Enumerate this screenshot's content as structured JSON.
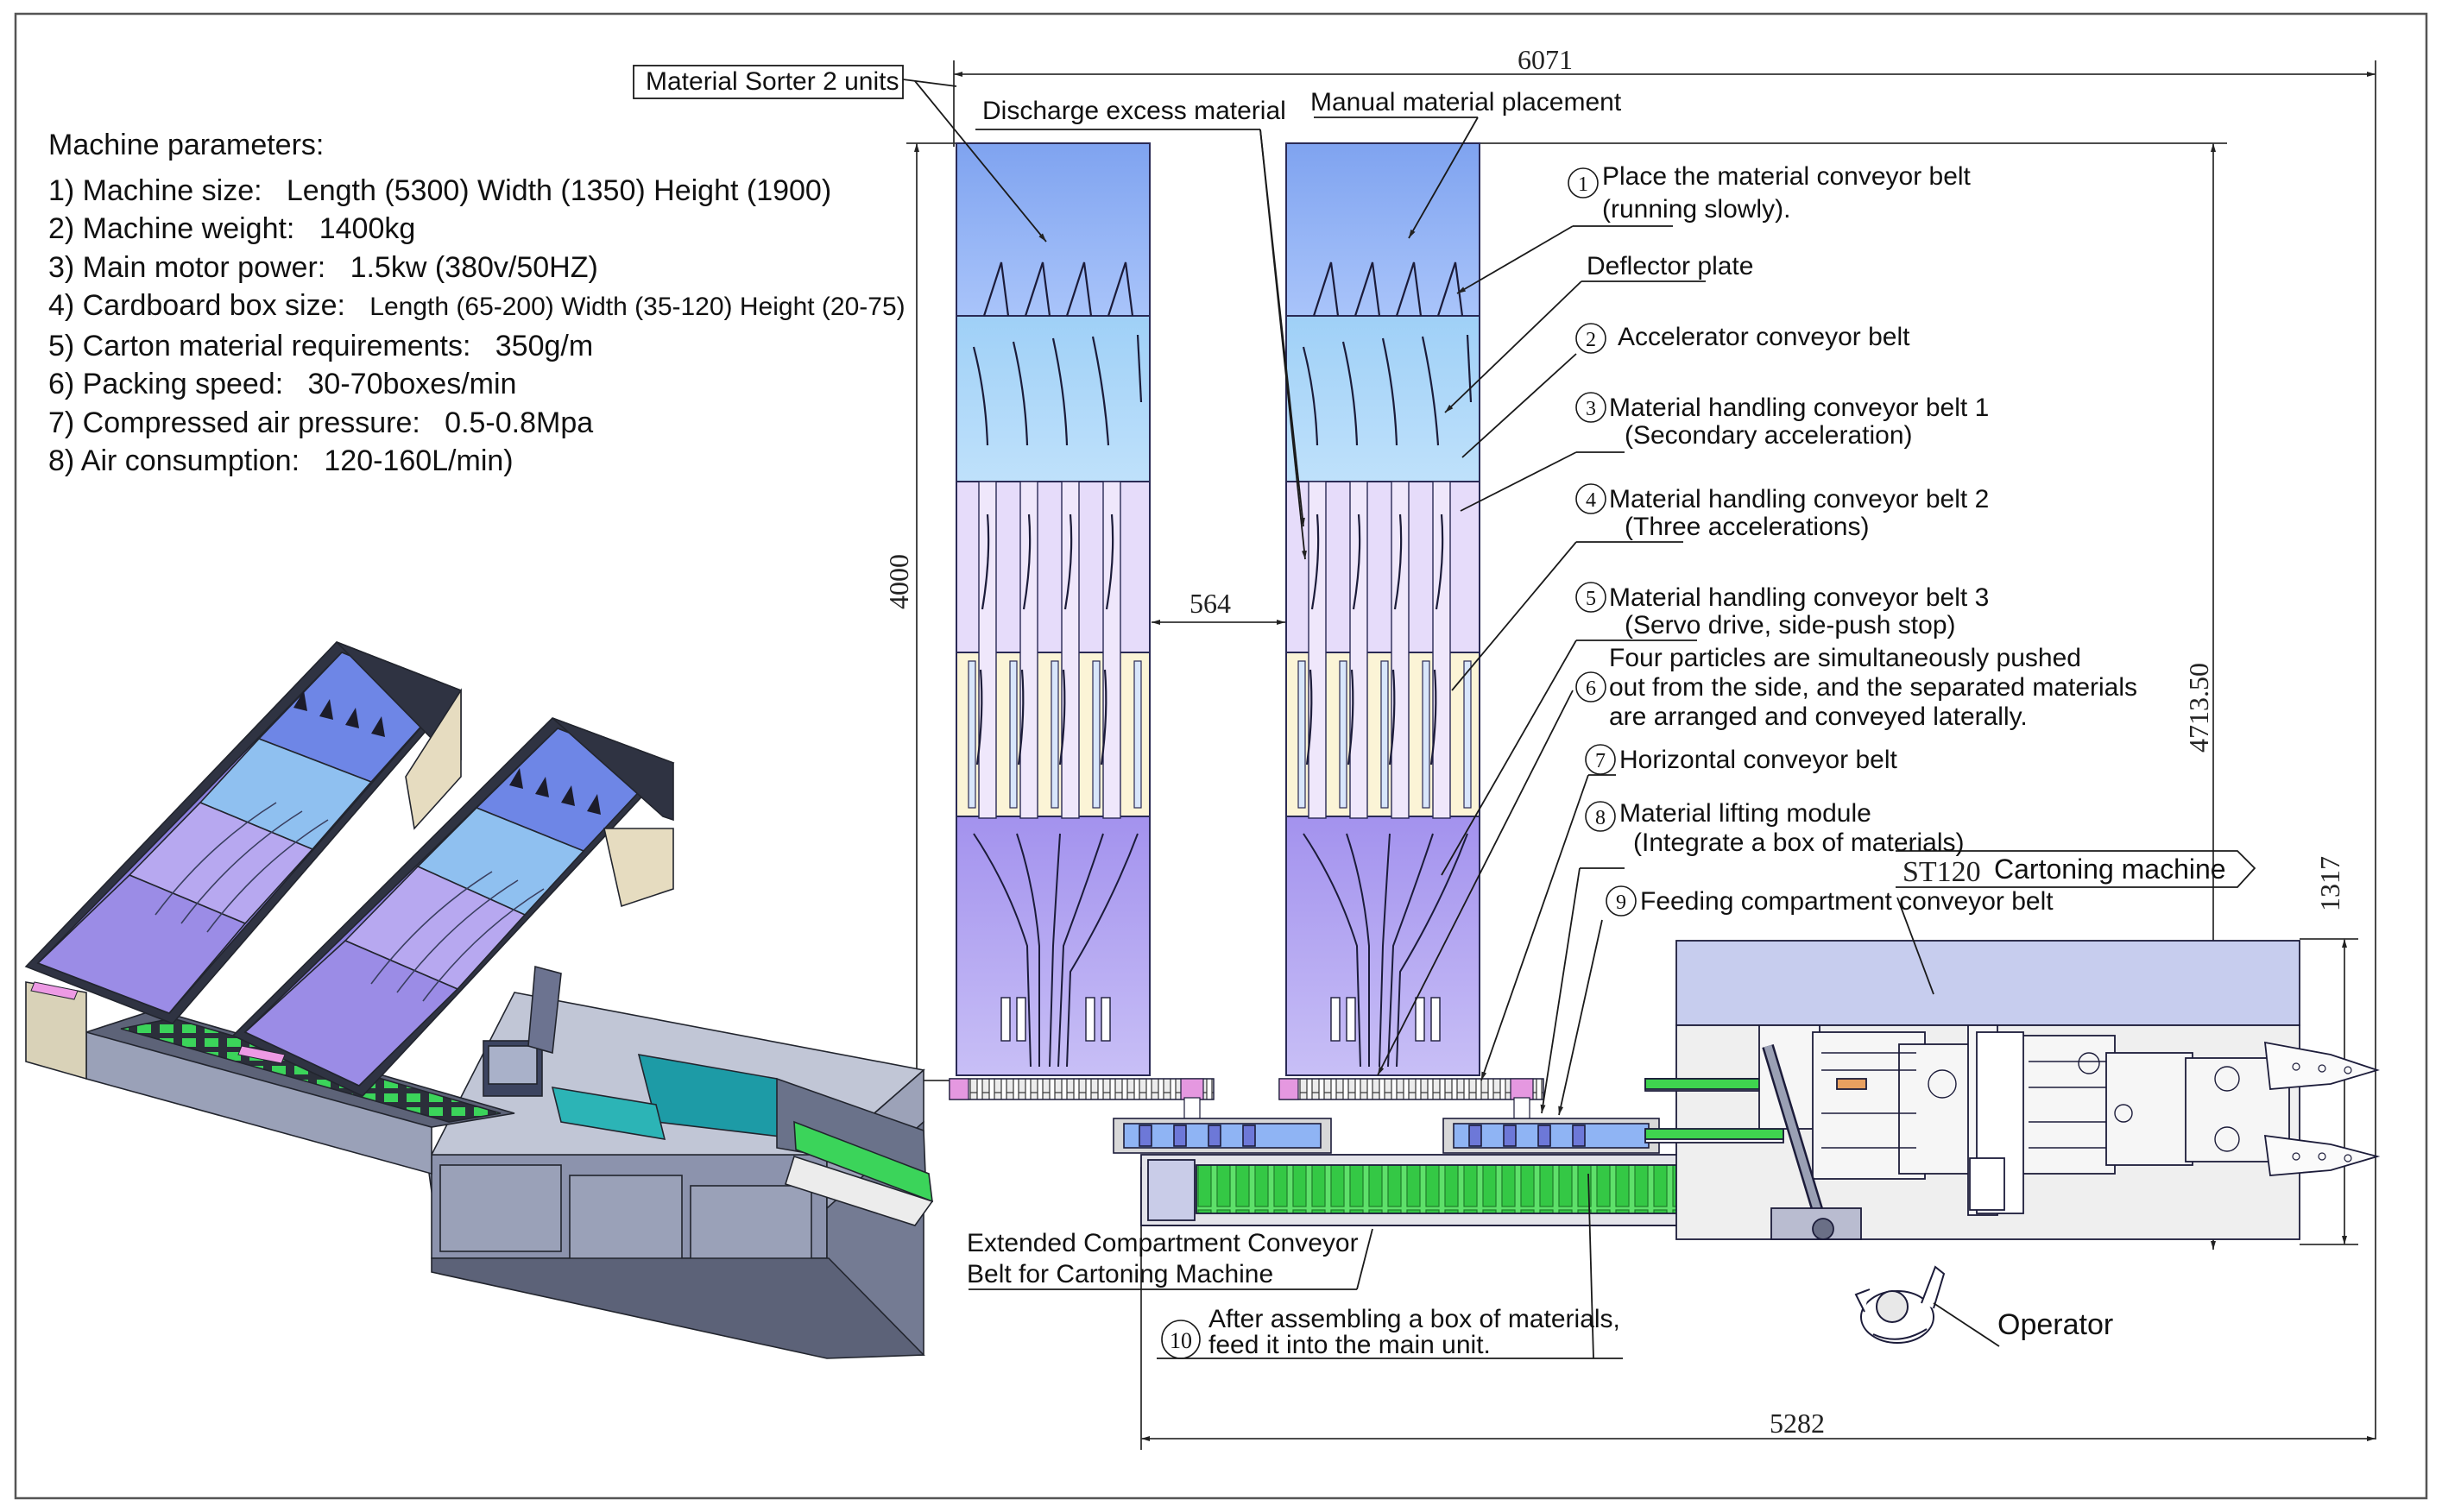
{
  "params": {
    "heading": "Machine parameters:",
    "items": [
      {
        "label": "1) Machine size:",
        "value": "Length (5300) Width (1350) Height (1900)"
      },
      {
        "label": "2) Machine weight:",
        "value": "1400kg"
      },
      {
        "label": "3) Main motor power:",
        "value": "1.5kw  (380v/50HZ)"
      },
      {
        "label": "4) Cardboard box size:",
        "value": "Length (65-200) Width (35-120) Height (20-75)"
      },
      {
        "label": "5) Carton material requirements:",
        "value": "350g/m"
      },
      {
        "label": "6) Packing speed:",
        "value": "30-70boxes/min"
      },
      {
        "label": "7) Compressed air pressure:",
        "value": "0.5-0.8Mpa"
      },
      {
        "label": "8) Air consumption:",
        "value": "120-160L/min)"
      }
    ]
  },
  "labels": {
    "sorter": "Material Sorter 2 units",
    "discharge": "Discharge excess material",
    "manual": "Manual material placement",
    "deflector": "Deflector plate",
    "cartoning": "Cartoning machine",
    "cartoning_model": "ST120",
    "operator": "Operator",
    "extended_line1": "Extended Compartment Conveyor",
    "extended_line2": "Belt for Cartoning Machine"
  },
  "callouts": [
    {
      "num": "1",
      "line1": "Place the material conveyor belt",
      "line2": "(running slowly)."
    },
    {
      "num": "2",
      "line1": "Accelerator conveyor belt"
    },
    {
      "num": "3",
      "line1": "Material handling conveyor belt 1",
      "line2": "(Secondary acceleration)"
    },
    {
      "num": "4",
      "line1": "Material handling conveyor belt 2",
      "line2": "(Three accelerations)"
    },
    {
      "num": "5",
      "line1": "Material handling conveyor belt 3",
      "line2": "(Servo drive, side-push stop)"
    },
    {
      "num": "6",
      "line1": "Four particles are simultaneously pushed",
      "line2": "out from the side, and the separated materials",
      "line3": "are arranged and conveyed laterally."
    },
    {
      "num": "7",
      "line1": "Horizontal conveyor belt"
    },
    {
      "num": "8",
      "line1": "Material lifting module",
      "line2": "(Integrate a box of materials)"
    },
    {
      "num": "9",
      "line1": "Feeding compartment conveyor belt"
    },
    {
      "num": "10",
      "line1": "After assembling a box of materials,",
      "line2": "feed it into the main unit."
    }
  ],
  "dimensions": {
    "overall_length": "6071",
    "sorter_height": "4000",
    "sorter_gap": "564",
    "total_height": "4713.50",
    "machine_height": "1317",
    "base_length": "5282"
  },
  "colors": {
    "hopper": "#8fb4f4",
    "accelerator": "#a6d4f6",
    "handling": "#ddd4f8",
    "handling_alt": "#faf3d4",
    "lower": "#b6a8f2",
    "conveyor_green": "#3fd44f",
    "machine_top": "#c7cdee",
    "panel_gray": "#8c93ad",
    "teal": "#1d9ba6"
  }
}
